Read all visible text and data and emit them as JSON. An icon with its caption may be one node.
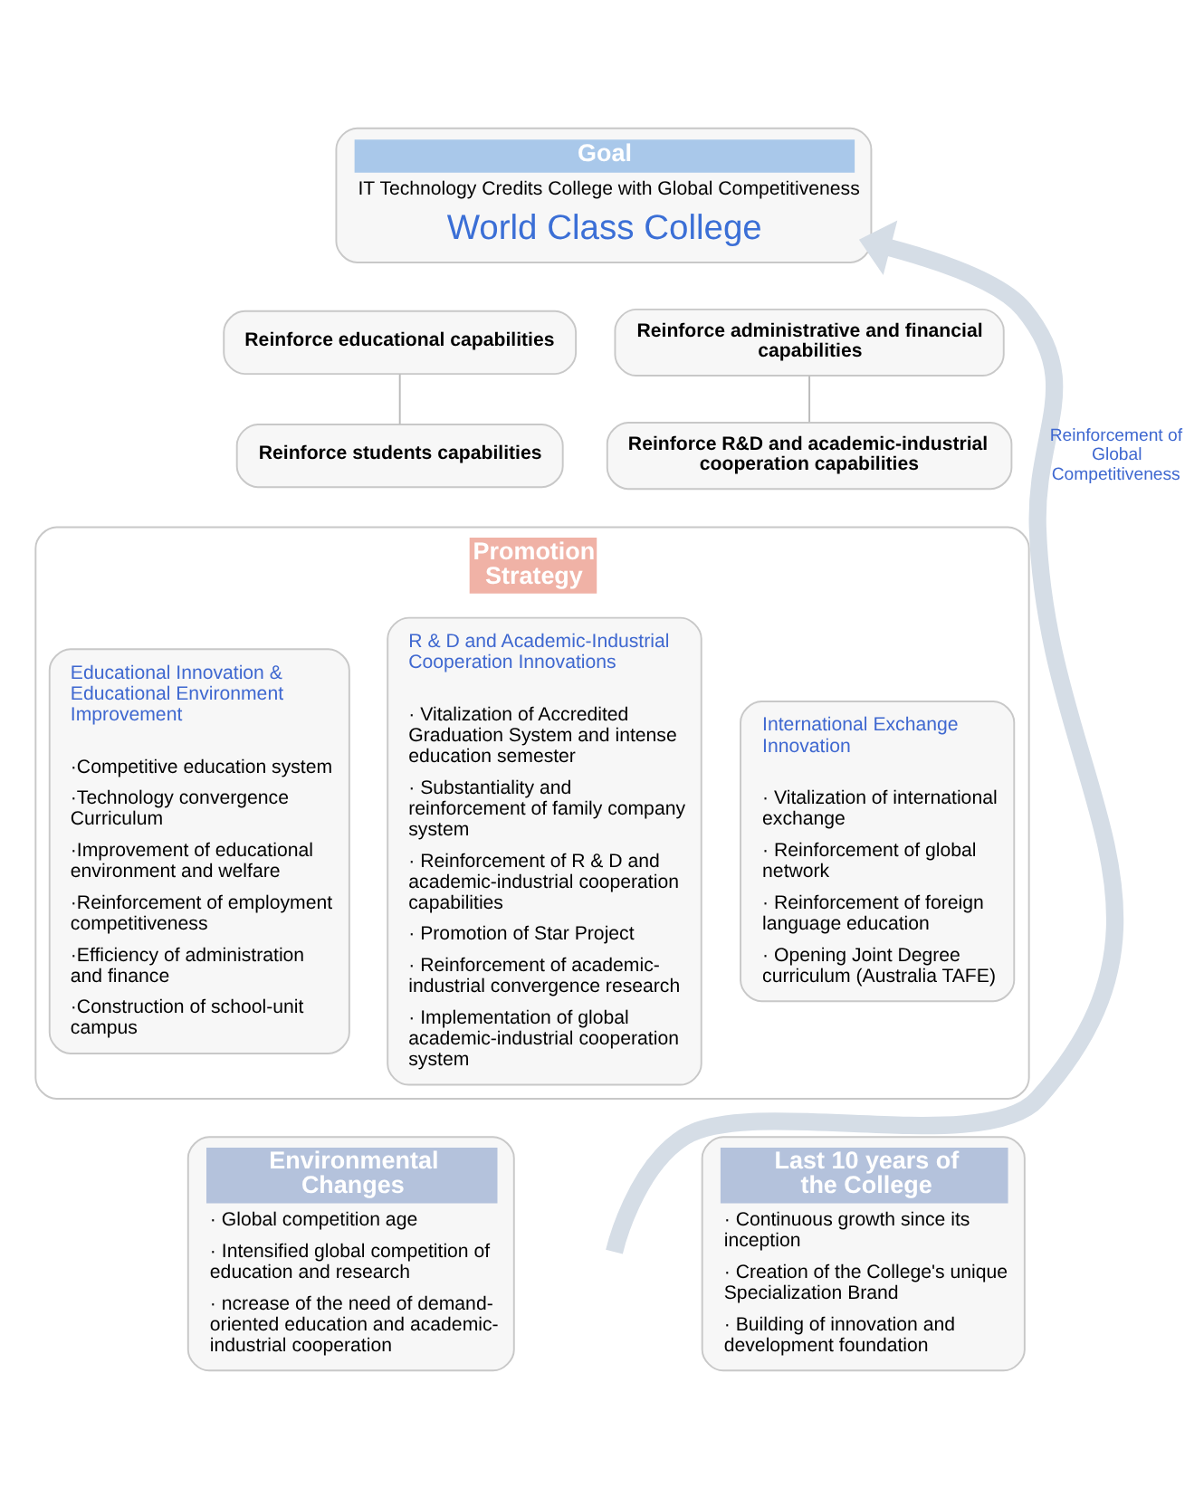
{
  "diagram": {
    "nodes": [
      {
        "text": [
          "Goal",
          "IT Technology Credits College with Global Competitiveness",
          "World Class College"
        ]
      },
      {
        "text": [
          "Reinforce educational capabilities"
        ]
      },
      {
        "text": [
          "Reinforce administrative and financial capabilities"
        ]
      },
      {
        "text": [
          "Reinforce students capabilities"
        ]
      },
      {
        "text": [
          "Reinforce R&D and academic-industrial cooperation capabilities"
        ]
      },
      {
        "text": [
          "Promotion Strategy"
        ]
      },
      {
        "text": [
          "Educational Innovation & Educational Environment Improvement",
          "·Competitive education system",
          "·Technology convergence Curriculum",
          "·Improvement of educational environment and welfare",
          "·Reinforcement of employment competitiveness",
          "·Efficiency of administration and finance",
          "·Construction of school-unit campus"
        ],
        "in": 5
      },
      {
        "text": [
          "R & D and Academic-Industrial Cooperation Innovations",
          "· Vitalization of Accredited Graduation System and intense education semester",
          "· Substantiality and reinforcement of family company system",
          "· Reinforcement of R & D and academic-industrial cooperation capabilities",
          "· Promotion of Star Project",
          "· Reinforcement of academic-industrial convergence research",
          "· Implementation of global academic-industrial cooperation system"
        ],
        "in": 5
      },
      {
        "text": [
          "International Exchange Innovation",
          "· Vitalization of international exchange",
          "· Reinforcement of global network",
          "· Reinforcement of foreign language education",
          "· Opening Joint Degree curriculum (Australia TAFE)"
        ],
        "in": 5
      },
      {
        "text": [
          "Environmental Changes",
          "· Global competition age",
          "· Intensified global competition of education and research",
          "· ncrease of the need of demand-oriented education and academic-industrial cooperation"
        ]
      },
      {
        "text": [
          "Last 10 years of the College",
          "· Continuous growth since its inception",
          "· Creation of the College's unique Specialization Brand",
          "· Building of innovation and development foundation"
        ]
      }
    ],
    "edges": [
      {
        "from": null,
        "to": 0,
        "arrow": "to",
        "label": "Reinforcement of Global Competitiveness",
        "style": "thick",
        "color": "#d5dde6"
      },
      {
        "from": 1,
        "to": 3,
        "arrow": "none"
      },
      {
        "from": 2,
        "to": 4,
        "arrow": "none"
      }
    ]
  }
}
